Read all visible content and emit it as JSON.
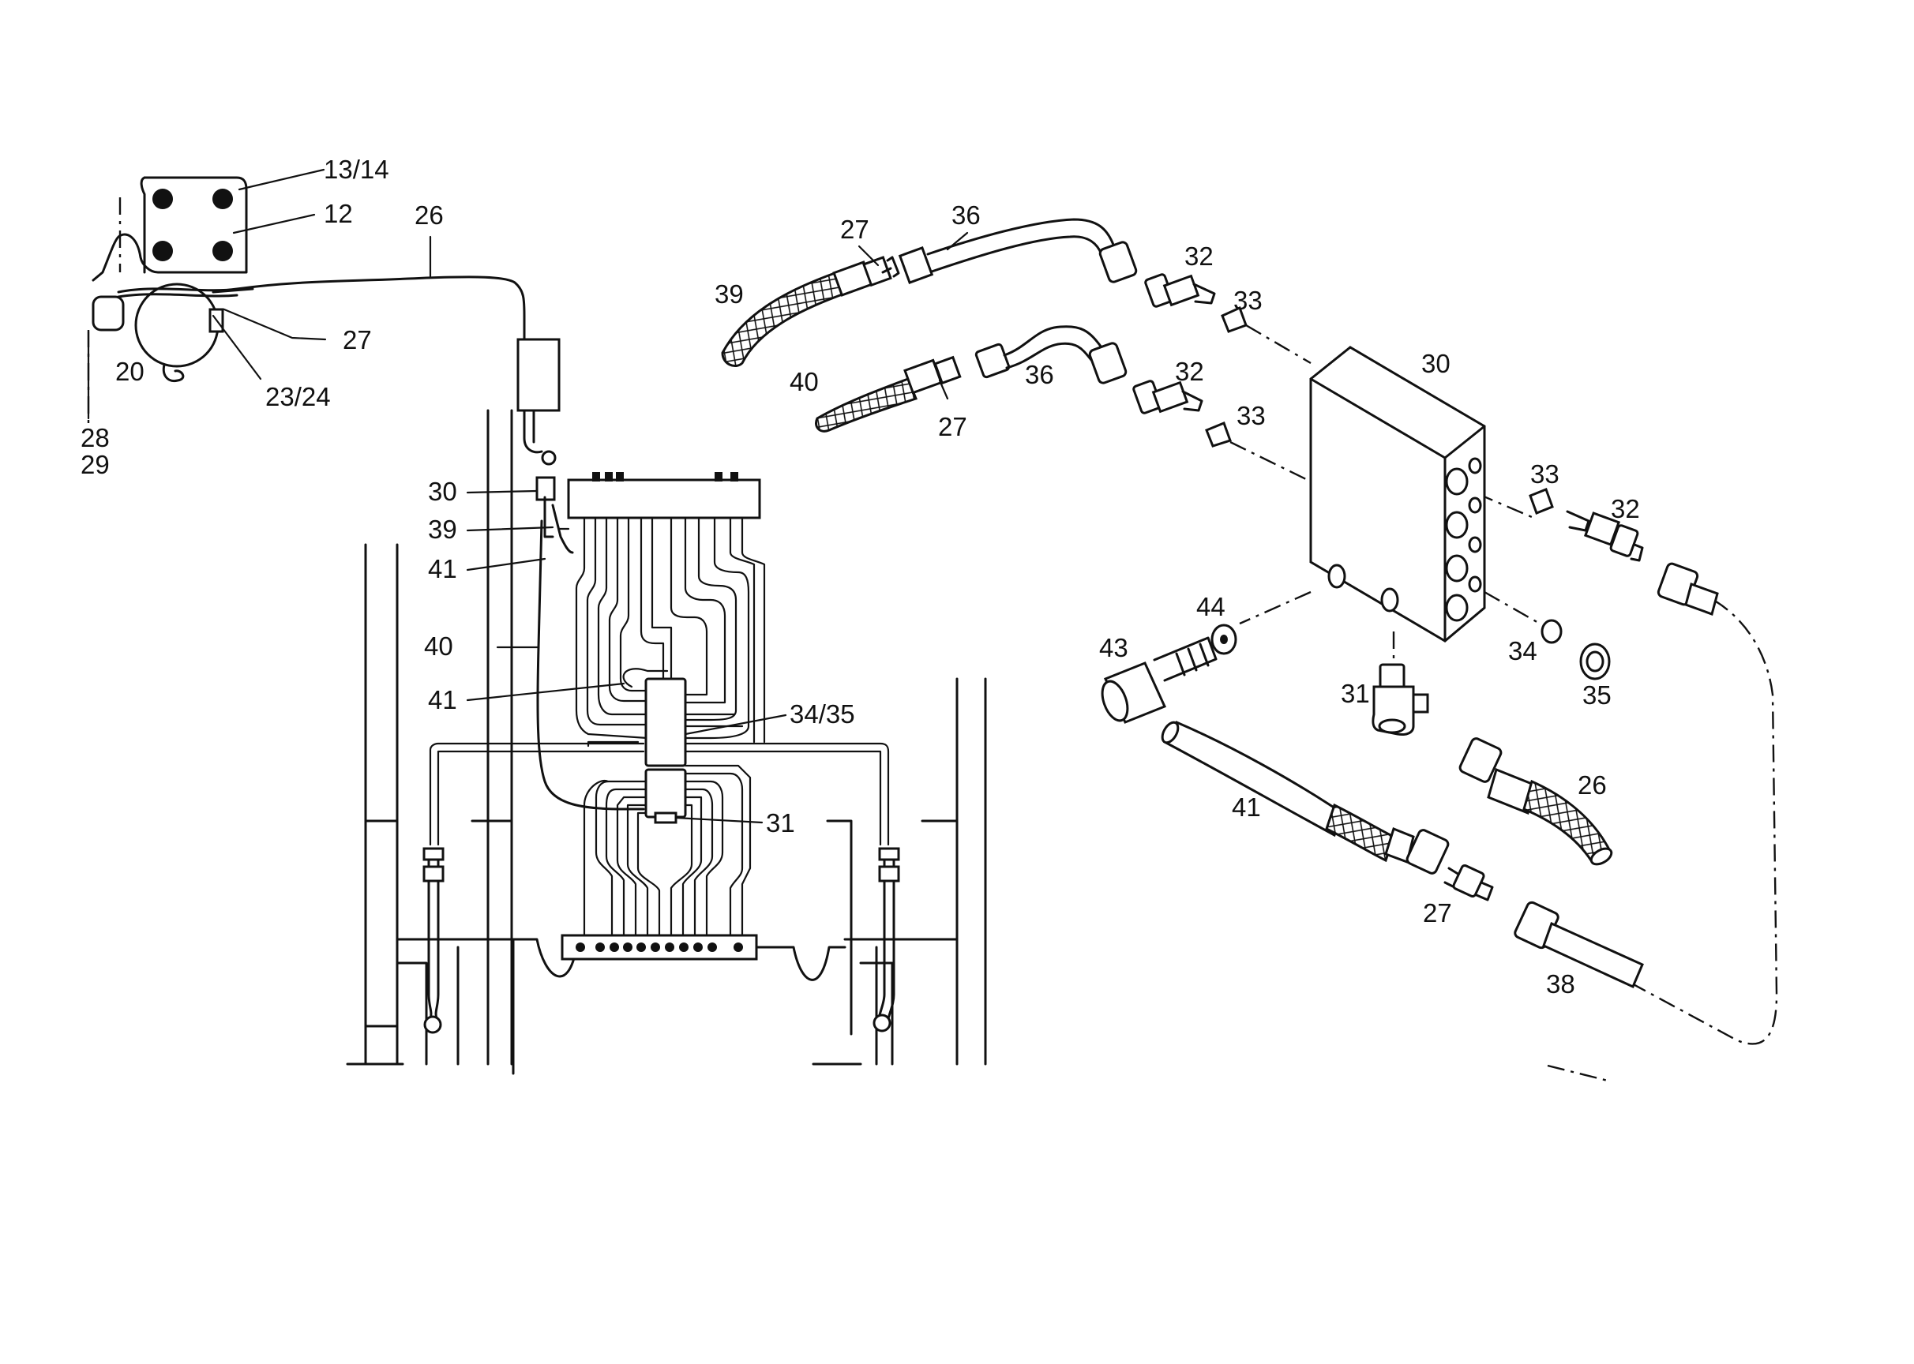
{
  "labels": {
    "mount_13_14": "13/14",
    "mount_12": "12",
    "pipe_26_top": "26",
    "pump_27": "27",
    "pump_20": "20",
    "pump_23_24": "23/24",
    "pump_28": "28",
    "pump_29": "29",
    "left_30": "30",
    "left_39": "39",
    "left_41_a": "41",
    "left_40": "40",
    "left_41_b": "41",
    "left_34_35": "34/35",
    "left_31": "31",
    "r_39": "39",
    "r_27_a": "27",
    "r_36_a": "36",
    "r_32_a": "32",
    "r_33_a": "33",
    "r_40": "40",
    "r_27_b": "27",
    "r_36_b": "36",
    "r_32_b": "32",
    "r_33_b": "33",
    "r_30": "30",
    "r_33_c": "33",
    "r_32_c": "32",
    "r_44": "44",
    "r_43": "43",
    "r_34": "34",
    "r_35": "35",
    "r_31": "31",
    "r_26": "26",
    "r_41": "41",
    "r_27_c": "27",
    "r_38": "38"
  }
}
